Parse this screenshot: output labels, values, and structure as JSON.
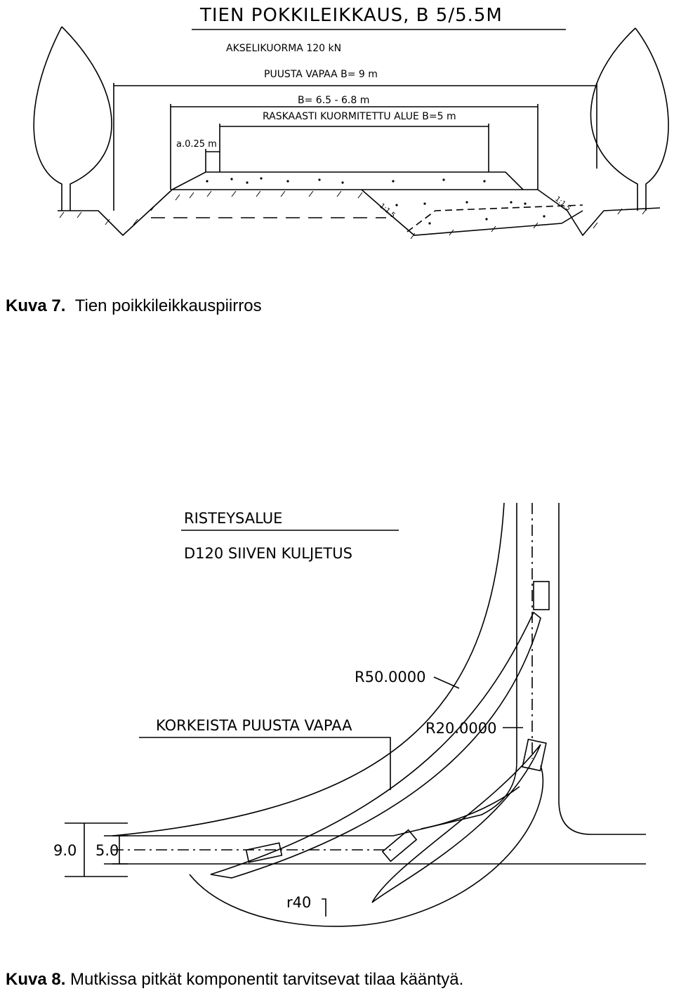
{
  "figure7": {
    "drawing": {
      "title": "TIEN POKKILEIKKAUS, B 5/5.5M",
      "axle_load": "AKSELIKUORMA 120 kN",
      "tree_clear": "PUUSTA VAPAA  B= 9 m",
      "width": "B= 6.5 - 6.8 m",
      "heavy_area": "RASKAASTI KUORMITETTU ALUE B=5 m",
      "offset": "a.0.25 m",
      "slope": "1:1.5"
    },
    "caption": {
      "label": "Kuva 7.",
      "text": "Tien poikkileikkauspiirros"
    }
  },
  "figure8": {
    "drawing": {
      "header1": "RISTEYSALUE",
      "header2": "D120  SIIVEN  KULJETUS",
      "r50": "R50.0000",
      "r20": "R20.0000",
      "trees": "KORKEISTA  PUUSTA  VAPAA",
      "dim90": "9.0",
      "dim50": "5.0",
      "r40": "r40"
    },
    "caption": {
      "label": "Kuva 8.",
      "text": "Mutkissa pitkät komponentit tarvitsevat tilaa kääntyä."
    }
  }
}
